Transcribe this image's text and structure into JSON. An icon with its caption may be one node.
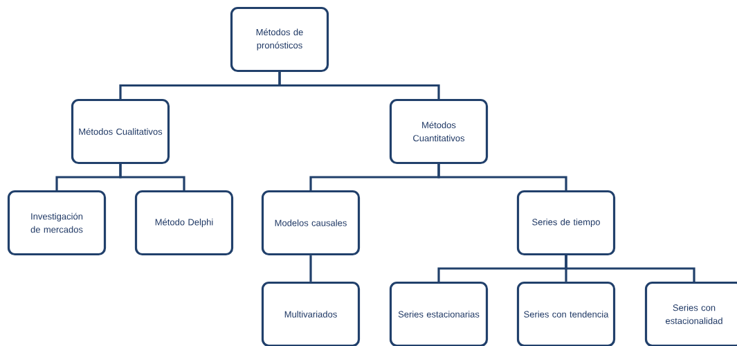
{
  "diagram": {
    "nodes": [
      {
        "text": [
          "Métodos de pronósticos"
        ]
      },
      {
        "text": [
          "Métodos Cualitativos"
        ]
      },
      {
        "text": [
          "Métodos Cuantitativos"
        ]
      },
      {
        "text": [
          "Investigación de mercados"
        ]
      },
      {
        "text": [
          "Método Delphi"
        ]
      },
      {
        "text": [
          "Modelos causales"
        ]
      },
      {
        "text": [
          "Series de tiempo"
        ]
      },
      {
        "text": [
          "Multivariados"
        ]
      },
      {
        "text": [
          "Series estacionarias"
        ]
      },
      {
        "text": [
          "Series con tendencia"
        ]
      },
      {
        "text": [
          "Series con estacionalidad"
        ]
      }
    ],
    "edges": [
      {
        "from": 0,
        "to": 1,
        "arrow": "none"
      },
      {
        "from": 0,
        "to": 2,
        "arrow": "none"
      },
      {
        "from": 1,
        "to": 3,
        "arrow": "none"
      },
      {
        "from": 1,
        "to": 4,
        "arrow": "none"
      },
      {
        "from": 2,
        "to": 5,
        "arrow": "none"
      },
      {
        "from": 2,
        "to": 6,
        "arrow": "none"
      },
      {
        "from": 5,
        "to": 7,
        "arrow": "none"
      },
      {
        "from": 6,
        "to": 8,
        "arrow": "none"
      },
      {
        "from": 6,
        "to": 9,
        "arrow": "none"
      },
      {
        "from": 6,
        "to": 10,
        "arrow": "none"
      }
    ]
  }
}
